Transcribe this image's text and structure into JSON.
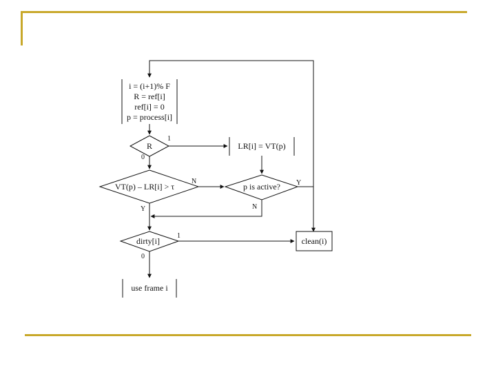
{
  "slide": {
    "accent_color": "#c8a82a"
  },
  "flowchart": {
    "step1": {
      "lines": [
        "i = (i+1)% F",
        "R = ref[i]",
        "ref[i] = 0",
        "p = process[i]"
      ]
    },
    "decision_r": {
      "label": "R",
      "branch_1": "1",
      "branch_0": "0"
    },
    "lr_assign": {
      "label": "LR[i] = VT(p)"
    },
    "decision_vt": {
      "label": "VT(p) – LR[i] > τ",
      "branch_n": "N",
      "branch_y": "Y"
    },
    "decision_active": {
      "label": "p is active?",
      "branch_y": "Y",
      "branch_n": "N"
    },
    "decision_dirty": {
      "label": "dirty[i]",
      "branch_1": "1",
      "branch_0": "0"
    },
    "clean": {
      "label": "clean(i)"
    },
    "use_frame": {
      "label": "use frame i"
    }
  }
}
